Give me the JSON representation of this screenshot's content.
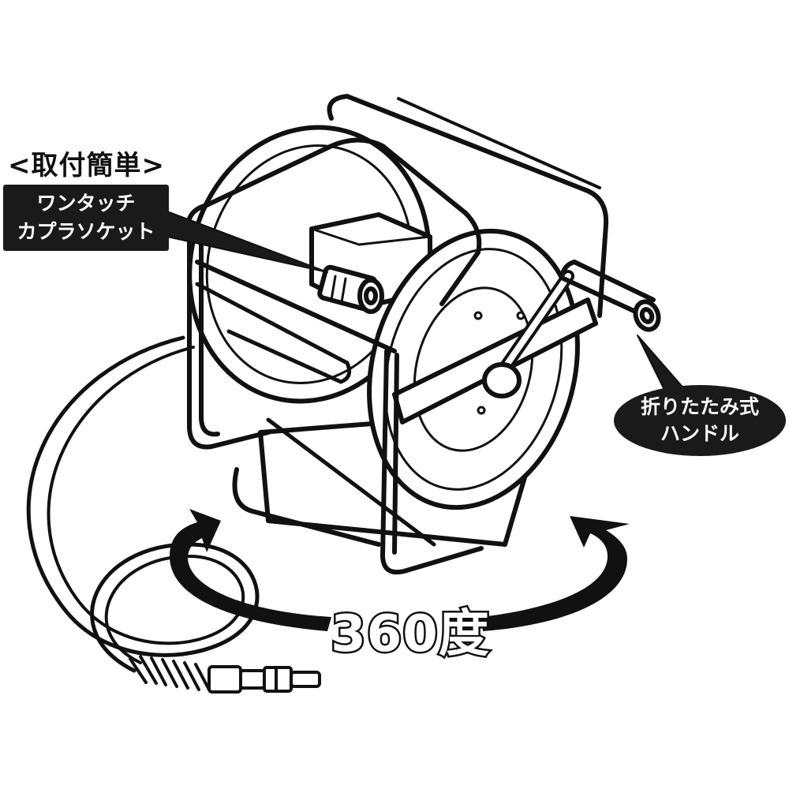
{
  "labels": {
    "easy_install_heading": "<取付簡単>",
    "coupler_line1": "ワンタッチ",
    "coupler_line2": "カプラソケット",
    "handle_line1": "折りたたみ式",
    "handle_line2": "ハンドル",
    "rotation": "360度"
  },
  "colors": {
    "ink": "#111111",
    "label_background": "#1a1a1a",
    "label_text": "#ffffff",
    "background": "#ffffff"
  }
}
